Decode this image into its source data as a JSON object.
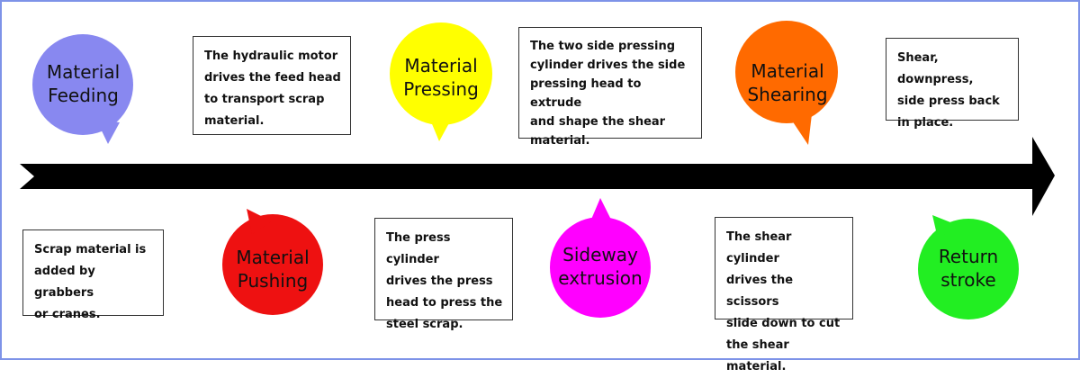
{
  "colors": {
    "frame": "#7e93e8",
    "arrow": "#000000",
    "feeding": "#8888f0",
    "pushing": "#ee1111",
    "pressing": "#ffff00",
    "extrusion": "#ff00ff",
    "shearing": "#ff6a00",
    "return": "#22ee22"
  },
  "steps": [
    {
      "title_line1": "Material",
      "title_line2": "Feeding",
      "icon": "speech-bubble"
    },
    {
      "title_line1": "Material",
      "title_line2": "Pushing",
      "icon": "speech-bubble"
    },
    {
      "title_line1": "Material",
      "title_line2": "Pressing",
      "icon": "speech-bubble"
    },
    {
      "title_line1": "Sideway",
      "title_line2": "extrusion",
      "icon": "speech-bubble"
    },
    {
      "title_line1": "Material",
      "title_line2": "Shearing",
      "icon": "speech-bubble"
    },
    {
      "title_line1": "Return",
      "title_line2": "stroke",
      "icon": "speech-bubble"
    }
  ],
  "descriptions": [
    {
      "lines": [
        "Scrap material is",
        "added by grabbers",
        "or cranes."
      ]
    },
    {
      "lines": [
        "The hydraulic motor",
        "drives the feed head",
        "to transport scrap",
        "material."
      ]
    },
    {
      "lines": [
        "The press cylinder",
        "drives the press",
        "head to press the",
        "steel scrap."
      ]
    },
    {
      "lines": [
        "The two side pressing",
        "cylinder drives the side",
        "pressing head to extrude",
        "and shape the shear",
        "material."
      ]
    },
    {
      "lines": [
        "The shear cylinder",
        "drives the scissors",
        "slide down to cut",
        "the shear material."
      ]
    },
    {
      "lines": [
        "Shear, downpress,",
        "side press back",
        "in place."
      ]
    }
  ]
}
